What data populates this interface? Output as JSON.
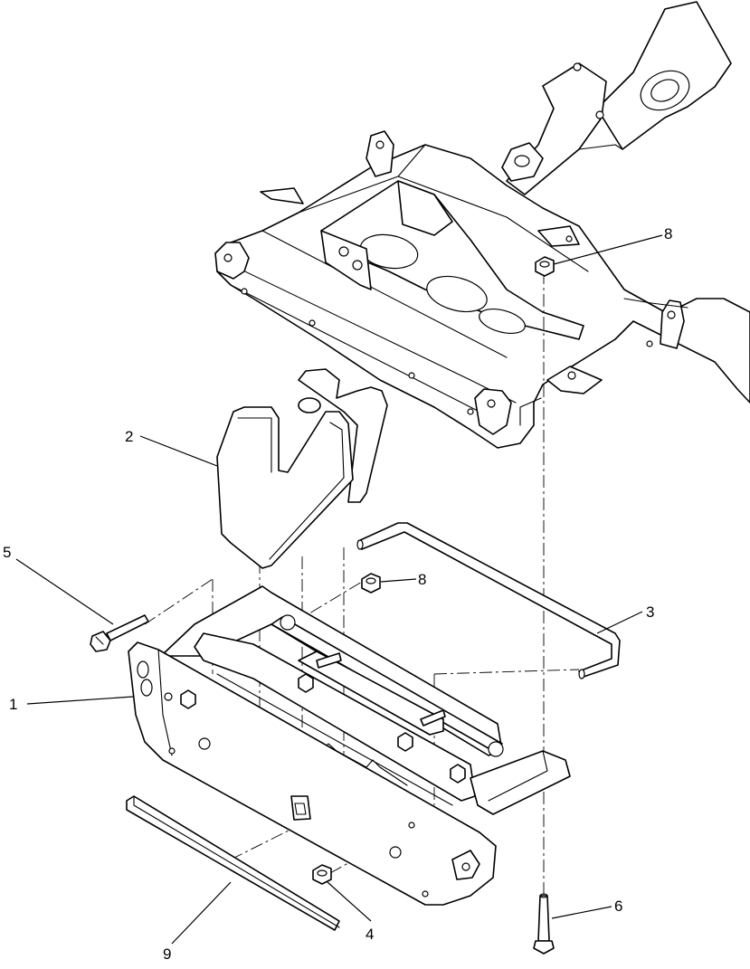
{
  "callouts": [
    {
      "id": "1",
      "label": "1"
    },
    {
      "id": "2",
      "label": "2"
    },
    {
      "id": "3",
      "label": "3"
    },
    {
      "id": "4",
      "label": "4"
    },
    {
      "id": "5",
      "label": "5"
    },
    {
      "id": "6",
      "label": "6"
    },
    {
      "id": "8a",
      "label": "8"
    },
    {
      "id": "8b",
      "label": "8"
    },
    {
      "id": "9",
      "label": "9"
    }
  ]
}
